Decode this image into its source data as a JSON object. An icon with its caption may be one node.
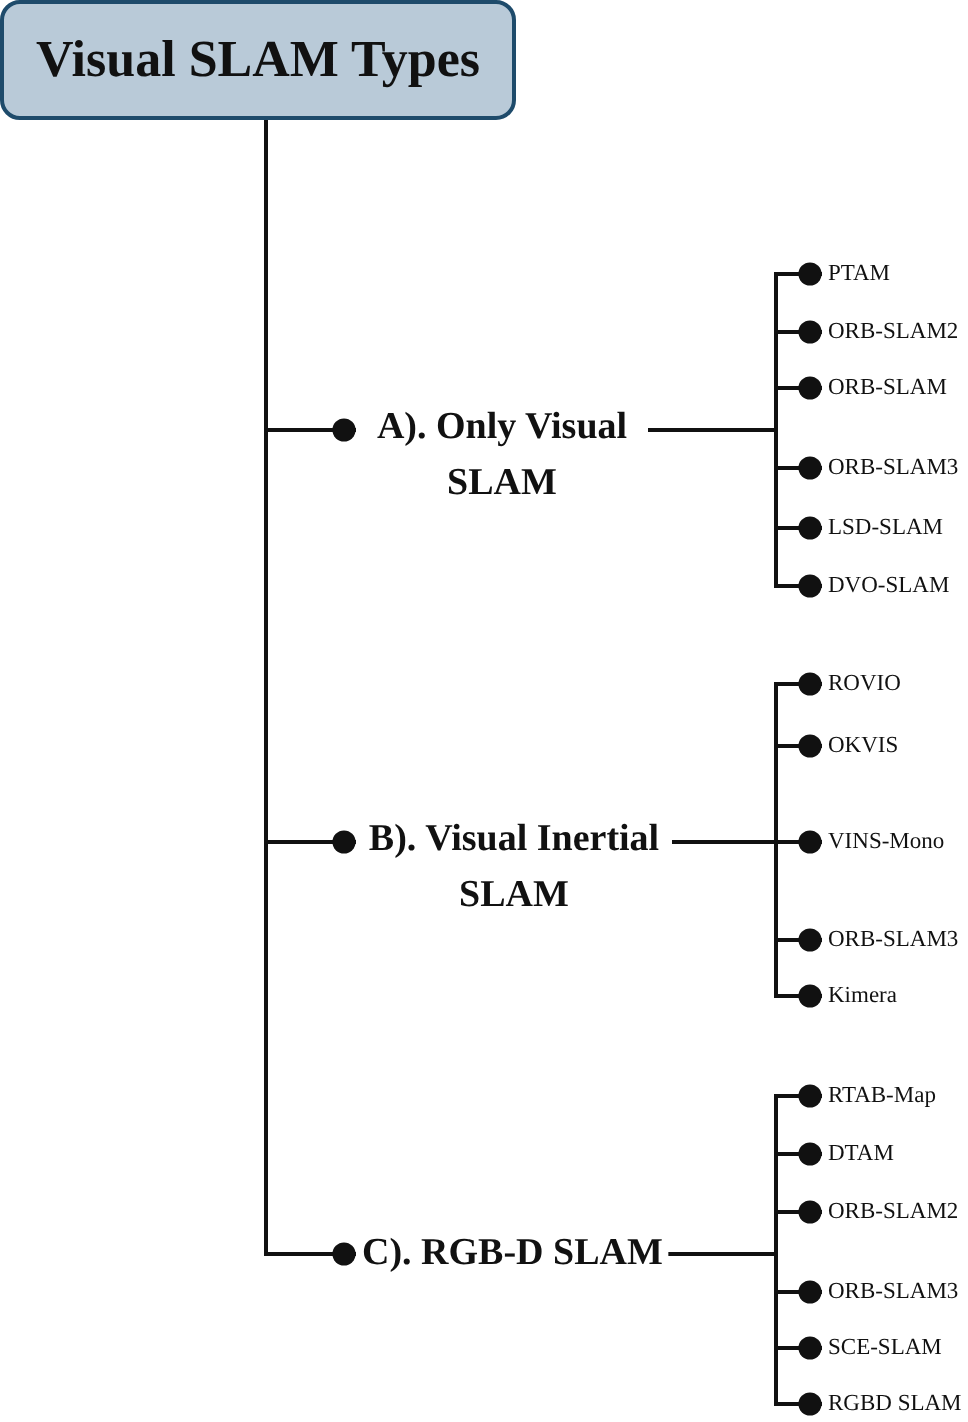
{
  "diagram": {
    "nodes": [
      {
        "text": [
          "Visual SLAM Types"
        ]
      },
      {
        "text": [
          "A). Only Visual SLAM"
        ]
      },
      {
        "text": [
          "B). Visual Inertial SLAM"
        ]
      },
      {
        "text": [
          "C). RGB-D SLAM"
        ]
      },
      {
        "text": [
          "PTAM"
        ]
      },
      {
        "text": [
          "ORB-SLAM2"
        ]
      },
      {
        "text": [
          "ORB-SLAM"
        ]
      },
      {
        "text": [
          "ORB-SLAM3"
        ]
      },
      {
        "text": [
          "LSD-SLAM"
        ]
      },
      {
        "text": [
          "DVO-SLAM"
        ]
      },
      {
        "text": [
          "ROVIO"
        ]
      },
      {
        "text": [
          "OKVIS"
        ]
      },
      {
        "text": [
          "VINS-Mono"
        ]
      },
      {
        "text": [
          "ORB-SLAM3"
        ]
      },
      {
        "text": [
          "Kimera"
        ]
      },
      {
        "text": [
          "RTAB-Map"
        ]
      },
      {
        "text": [
          "DTAM"
        ]
      },
      {
        "text": [
          "ORB-SLAM2"
        ]
      },
      {
        "text": [
          "ORB-SLAM3"
        ]
      },
      {
        "text": [
          "SCE-SLAM"
        ]
      },
      {
        "text": [
          "RGBD SLAM"
        ]
      }
    ],
    "edges": [
      {
        "from": 0,
        "to": 1,
        "arrow": "other"
      },
      {
        "from": 0,
        "to": 2,
        "arrow": "other"
      },
      {
        "from": 0,
        "to": 3,
        "arrow": "other"
      },
      {
        "from": 1,
        "to": 4,
        "arrow": "other"
      },
      {
        "from": 1,
        "to": 5,
        "arrow": "other"
      },
      {
        "from": 1,
        "to": 6,
        "arrow": "other"
      },
      {
        "from": 1,
        "to": 7,
        "arrow": "other"
      },
      {
        "from": 1,
        "to": 8,
        "arrow": "other"
      },
      {
        "from": 1,
        "to": 9,
        "arrow": "other"
      },
      {
        "from": 2,
        "to": 10,
        "arrow": "other"
      },
      {
        "from": 2,
        "to": 11,
        "arrow": "other"
      },
      {
        "from": 2,
        "to": 12,
        "arrow": "other"
      },
      {
        "from": 2,
        "to": 13,
        "arrow": "other"
      },
      {
        "from": 2,
        "to": 14,
        "arrow": "other"
      },
      {
        "from": 3,
        "to": 15,
        "arrow": "other"
      },
      {
        "from": 3,
        "to": 16,
        "arrow": "other"
      },
      {
        "from": 3,
        "to": 17,
        "arrow": "other"
      },
      {
        "from": 3,
        "to": 18,
        "arrow": "other"
      },
      {
        "from": 3,
        "to": 19,
        "arrow": "other"
      },
      {
        "from": 3,
        "to": 20,
        "arrow": "other"
      }
    ]
  }
}
